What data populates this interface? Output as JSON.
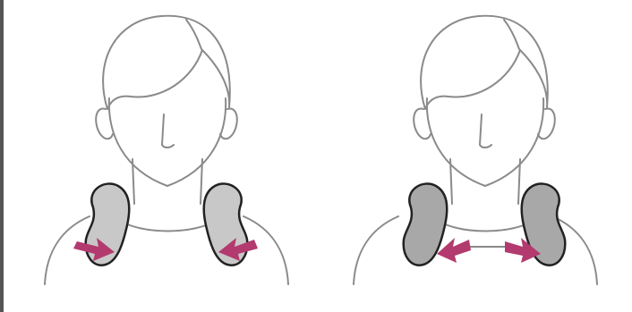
{
  "illustrations": [
    {
      "id": "left",
      "action": "pads-pushed-inward",
      "speaker_color": "#c8c8c8"
    },
    {
      "id": "right",
      "action": "pads-pulled-outward",
      "speaker_color": "#a8a8a8"
    }
  ],
  "colors": {
    "outline": "#8a8a8a",
    "speaker_outline": "#222222",
    "arrow": "#b23a6e",
    "border": "#555555"
  }
}
